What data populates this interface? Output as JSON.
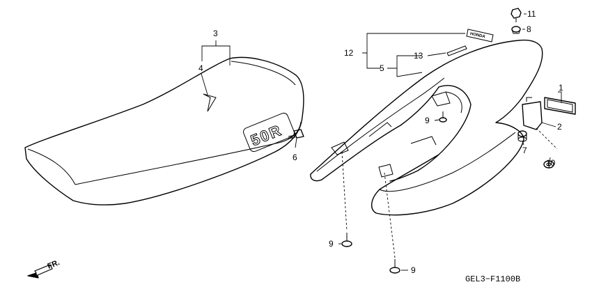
{
  "diagram": {
    "callouts": {
      "c1": "1",
      "c2": "2",
      "c3": "3",
      "c4": "4",
      "c5": "5",
      "c6": "6",
      "c7": "7",
      "c8": "8",
      "c9a": "9",
      "c9b": "9",
      "c9c": "9",
      "c10": "10",
      "c11": "11",
      "c12": "12",
      "c13": "13"
    },
    "seat_badge": "50R",
    "emblem_text": "HONDA",
    "direction_label": "FR.",
    "diagram_code": "GEL3−F1100B"
  }
}
